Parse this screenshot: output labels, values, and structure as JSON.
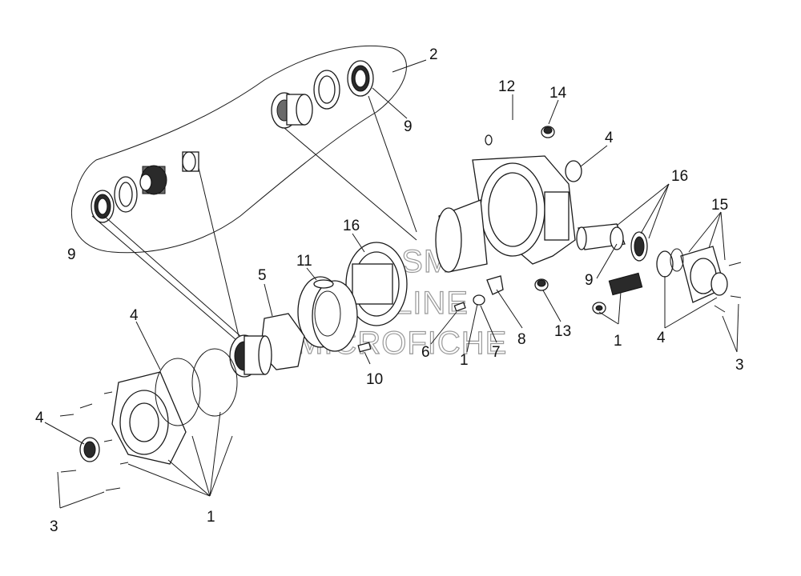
{
  "callouts": [
    {
      "id": "c2",
      "text": "2"
    },
    {
      "id": "c9a",
      "text": "9"
    },
    {
      "id": "c9b",
      "text": "9"
    },
    {
      "id": "c12",
      "text": "12"
    },
    {
      "id": "c14",
      "text": "14"
    },
    {
      "id": "c4a",
      "text": "4"
    },
    {
      "id": "c16a",
      "text": "16"
    },
    {
      "id": "c15",
      "text": "15"
    },
    {
      "id": "c16b",
      "text": "16"
    },
    {
      "id": "c11",
      "text": "11"
    },
    {
      "id": "c5",
      "text": "5"
    },
    {
      "id": "c4b",
      "text": "4"
    },
    {
      "id": "c9c",
      "text": "9"
    },
    {
      "id": "c1a",
      "text": "1"
    },
    {
      "id": "c4c",
      "text": "4"
    },
    {
      "id": "c3a",
      "text": "3"
    },
    {
      "id": "c13",
      "text": "13"
    },
    {
      "id": "c8",
      "text": "8"
    },
    {
      "id": "c7",
      "text": "7"
    },
    {
      "id": "c6",
      "text": "6"
    },
    {
      "id": "c1b",
      "text": "1"
    },
    {
      "id": "c10",
      "text": "10"
    },
    {
      "id": "c4d",
      "text": "4"
    },
    {
      "id": "c3b",
      "text": "3"
    },
    {
      "id": "c1c",
      "text": "1"
    }
  ],
  "watermark": {
    "line1": "HLSM",
    "line2": "ONLINE",
    "line3": "MICROFICHE"
  },
  "colors": {
    "ink": "#1a1a1a",
    "watermark": "#999999",
    "background": "#ffffff"
  }
}
